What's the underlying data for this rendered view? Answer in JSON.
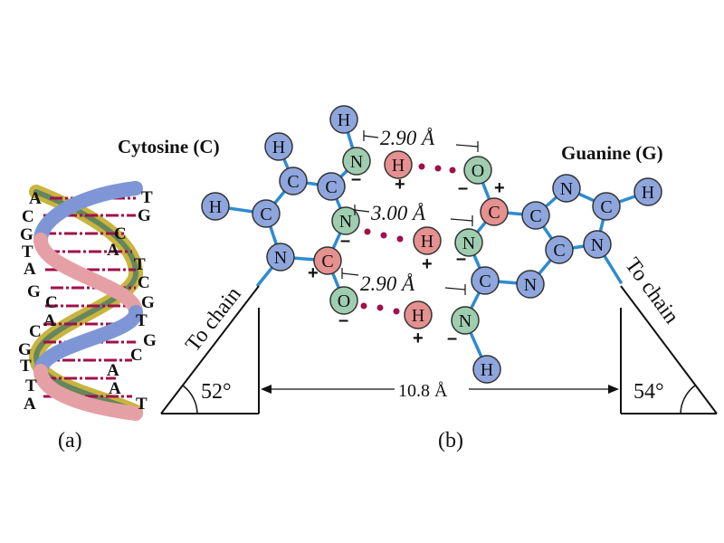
{
  "titles": {
    "cytosine": "Cytosine (C)",
    "guanine": "Guanine (G)"
  },
  "panels": {
    "a": "(a)",
    "b": "(b)"
  },
  "distances": {
    "top": "2.90 Å",
    "middle": "3.00 Å",
    "bottom": "2.90 Å",
    "chain_span": "10.8 Å"
  },
  "angles": {
    "left": "52°",
    "right": "54°"
  },
  "chain_labels": {
    "left": "To chain",
    "right": "To chain"
  },
  "helix_bases": {
    "left": [
      "A",
      "C",
      "G",
      "T",
      "A",
      "G",
      "C",
      "A",
      "C",
      "G",
      "T",
      "T",
      "A"
    ],
    "right": [
      "T",
      "G",
      "C",
      "A",
      "T",
      "C",
      "G",
      "T",
      "G",
      "C",
      "A",
      "A",
      "T"
    ]
  },
  "colors": {
    "carbon_nitrogen_blue": "#8ea6dd",
    "hydrogen_red": "#e69090",
    "nitrogen_oxygen_green": "#9fcdb0",
    "bond_blue": "#2f8bd0",
    "hbond_dots": "#a0104a",
    "strand_blue": "#7f96d6",
    "strand_pink": "#e5a0a6",
    "strand_olive": "#c9b43e",
    "strand_dark": "#4c7a66"
  }
}
